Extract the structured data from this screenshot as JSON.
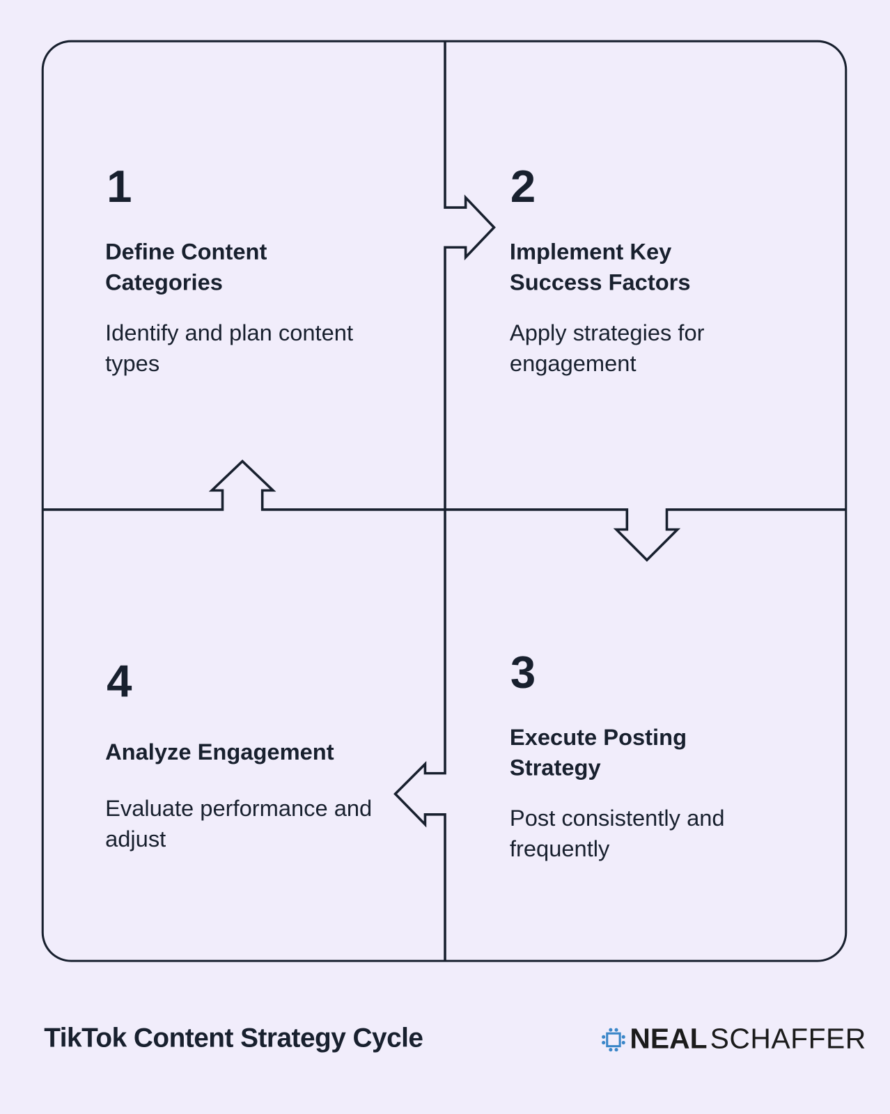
{
  "steps": [
    {
      "number": "1",
      "title": "Define Content Categories",
      "description": "Identify and plan content types"
    },
    {
      "number": "2",
      "title": "Implement Key Success Factors",
      "description": "Apply strategies for engagement"
    },
    {
      "number": "3",
      "title": "Execute Posting Strategy",
      "description": "Post consistently and frequently"
    },
    {
      "number": "4",
      "title": "Analyze Engagement",
      "description": "Evaluate performance and adjust"
    }
  ],
  "footer": {
    "title": "TikTok Content Strategy Cycle"
  },
  "logo": {
    "bold": "NEAL",
    "light": "SCHAFFER"
  },
  "colors": {
    "background": "#f1edfb",
    "ink": "#18202e",
    "logo_blue": "#3a86c8"
  }
}
